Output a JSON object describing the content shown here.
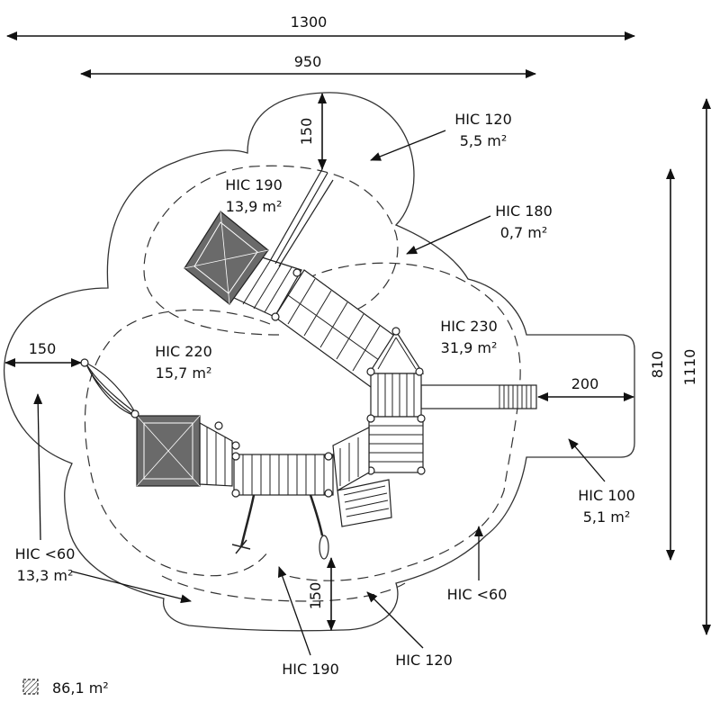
{
  "dimensions": {
    "total_width": "1300",
    "structure_width": "950",
    "total_height": "1110",
    "structure_height": "810",
    "left_margin": "150",
    "top_margin": "150",
    "bottom_margin": "150",
    "slide_margin": "200"
  },
  "zones": [
    {
      "id": "hic120_top",
      "hic": "HIC 120",
      "area": "5,5 m²"
    },
    {
      "id": "hic190_top",
      "hic": "HIC 190",
      "area": "13,9 m²"
    },
    {
      "id": "hic180",
      "hic": "HIC 180",
      "area": "0,7 m²"
    },
    {
      "id": "hic230",
      "hic": "HIC 230",
      "area": "31,9 m²"
    },
    {
      "id": "hic220",
      "hic": "HIC 220",
      "area": "15,7 m²"
    },
    {
      "id": "hic100",
      "hic": "HIC 100",
      "area": "5,1 m²"
    },
    {
      "id": "hic60_left",
      "hic": "HIC <60",
      "area": "13,3 m²"
    },
    {
      "id": "hic60_right",
      "hic": "HIC <60",
      "area": ""
    },
    {
      "id": "hic190_bottom",
      "hic": "HIC 190",
      "area": ""
    },
    {
      "id": "hic120_bottom",
      "hic": "HIC 120",
      "area": ""
    }
  ],
  "legend": {
    "icon": "hatched-square-icon",
    "total_area": "86,1 m²"
  },
  "colors": {
    "line": "#222222",
    "roof": "#6a6a6a"
  }
}
